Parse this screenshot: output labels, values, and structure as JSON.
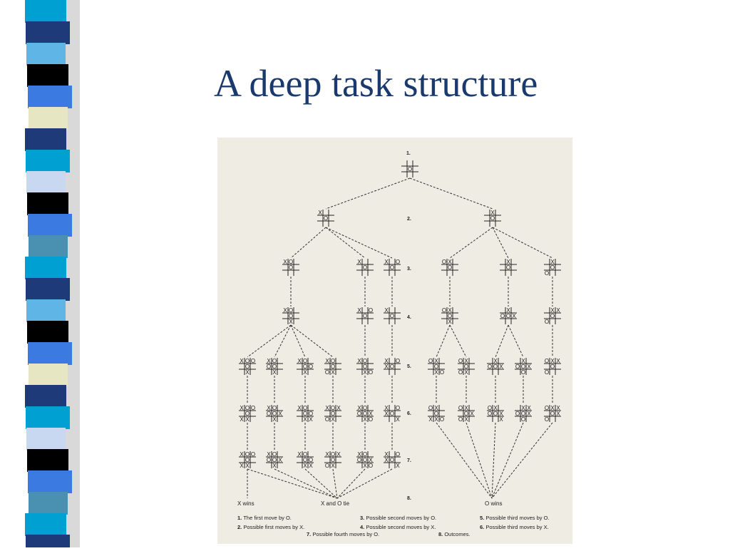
{
  "slide": {
    "title": "A deep task structure",
    "title_color": "#1a3a6e",
    "stripe_colors": [
      "#00a0d2",
      "#1f3a78",
      "#5fb6e6",
      "#000000",
      "#3b7ae0",
      "#e6e6c3",
      "#1f3a78",
      "#00a0d2",
      "#c8d8f0",
      "#000000",
      "#3b7ae0",
      "#4a90b0"
    ]
  },
  "diagram": {
    "level_labels": [
      "1.",
      "2.",
      "3.",
      "4.",
      "5.",
      "6.",
      "7.",
      "8."
    ],
    "outcomes": {
      "x_wins": "X wins",
      "tie": "X and O tie",
      "o_wins": "O wins"
    },
    "legend": [
      {
        "num": "1.",
        "text": "The first move by O."
      },
      {
        "num": "2.",
        "text": "Possible first moves by X."
      },
      {
        "num": "3.",
        "text": "Possible second moves by O."
      },
      {
        "num": "4.",
        "text": "Possible second moves by X."
      },
      {
        "num": "5.",
        "text": "Possible third moves by O."
      },
      {
        "num": "6.",
        "text": "Possible third moves by X."
      },
      {
        "num": "7.",
        "text": "Possible fourth moves by O."
      },
      {
        "num": "8.",
        "text": "Outcomes."
      }
    ],
    "boards": {
      "b1": [
        "",
        "",
        "",
        "",
        "O",
        "",
        "",
        "",
        ""
      ],
      "b2": [
        [
          "X",
          "",
          "",
          "",
          "O",
          "",
          "",
          "",
          ""
        ],
        [
          "",
          "X",
          "",
          "",
          "O",
          "",
          "",
          "",
          ""
        ]
      ],
      "b3": [
        [
          "X",
          "O",
          "",
          "",
          "O",
          "",
          "",
          "",
          ""
        ],
        [
          "X",
          "",
          "",
          "",
          "O",
          "",
          "",
          "",
          ""
        ],
        [
          "X",
          "",
          "O",
          "",
          "O",
          "",
          "",
          "",
          ""
        ],
        [
          "O",
          "X",
          "",
          "",
          "O",
          "",
          "",
          "",
          ""
        ],
        [
          "",
          "X",
          "",
          "",
          "O",
          "",
          "",
          "",
          ""
        ],
        [
          "",
          "X",
          "",
          "",
          "O",
          "",
          "O",
          "",
          ""
        ]
      ],
      "b4": [
        [
          "X",
          "O",
          "",
          "",
          "O",
          "",
          "",
          "X",
          ""
        ],
        [
          "X",
          "",
          "O",
          "",
          "O",
          "",
          "",
          "",
          ""
        ],
        [
          "X",
          "",
          "",
          "",
          "O",
          "",
          "",
          "",
          ""
        ],
        [
          "O",
          "X",
          "",
          "",
          "O",
          "",
          "",
          "X",
          ""
        ],
        [
          "",
          "X",
          "",
          "O",
          "O",
          "X",
          "",
          "",
          ""
        ],
        [
          "",
          "X",
          "X",
          "",
          "O",
          "",
          "O",
          "",
          ""
        ]
      ],
      "b5": [
        [
          "X",
          "O",
          "O",
          "",
          "O",
          "",
          "",
          "X",
          ""
        ],
        [
          "X",
          "O",
          "",
          "O",
          "O",
          "",
          "",
          "X",
          ""
        ],
        [
          "X",
          "O",
          "",
          "",
          "O",
          "O",
          "",
          "X",
          ""
        ],
        [
          "X",
          "O",
          "",
          "",
          "O",
          "",
          "O",
          "X",
          ""
        ],
        [
          "X",
          "O",
          "",
          "",
          "O",
          "",
          "",
          "X",
          "O"
        ],
        [
          "X",
          "",
          "O",
          "X",
          "O",
          "",
          "",
          "",
          ""
        ],
        [
          "O",
          "X",
          "",
          "",
          "O",
          "",
          "",
          "X",
          "O"
        ],
        [
          "O",
          "X",
          "",
          "",
          "O",
          "",
          "O",
          "X",
          ""
        ],
        [
          "",
          "X",
          "",
          "O",
          "O",
          "X",
          "",
          "",
          ""
        ],
        [
          "",
          "X",
          "",
          "O",
          "O",
          "X",
          "",
          "O",
          ""
        ],
        [
          "O",
          "X",
          "X",
          "",
          "O",
          "",
          "O",
          "",
          ""
        ]
      ],
      "b6": [
        [
          "X",
          "O",
          "O",
          "",
          "O",
          "",
          "X",
          "X",
          ""
        ],
        [
          "X",
          "O",
          "",
          "O",
          "O",
          "X",
          "",
          "X",
          ""
        ],
        [
          "X",
          "O",
          "",
          "",
          "O",
          "O",
          "",
          "X",
          "X"
        ],
        [
          "X",
          "O",
          "X",
          "",
          "O",
          "",
          "O",
          "X",
          ""
        ],
        [
          "X",
          "O",
          "",
          "O",
          "O",
          "X",
          "",
          "X",
          "O"
        ],
        [
          "X",
          "",
          "O",
          "X",
          "O",
          "",
          "",
          "",
          "X"
        ],
        [
          "O",
          "X",
          "",
          "",
          "O",
          "",
          "X",
          "X",
          "O"
        ],
        [
          "O",
          "X",
          "",
          "",
          "O",
          "X",
          "O",
          "X",
          ""
        ],
        [
          "O",
          "X",
          "",
          "O",
          "O",
          "X",
          "",
          "",
          "X"
        ],
        [
          "",
          "X",
          "X",
          "O",
          "O",
          "X",
          "",
          "O",
          ""
        ],
        [
          "O",
          "X",
          "X",
          "",
          "O",
          "X",
          "O",
          "",
          ""
        ]
      ]
    }
  }
}
